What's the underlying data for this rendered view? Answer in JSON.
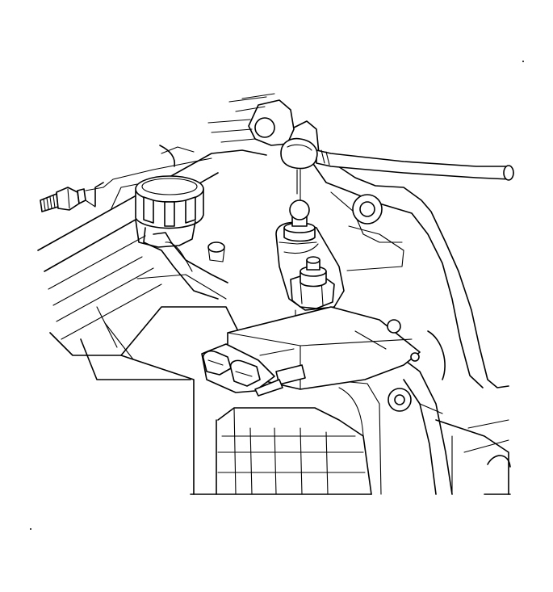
{
  "figure": {
    "type": "line-art-illustration",
    "colors": {
      "line": "#000000",
      "background": "#ffffff"
    },
    "parts": [
      "transmission-housing",
      "shift-cable",
      "cable-end-socket",
      "shift-lever-ball-stud",
      "manual-shift-lever",
      "lever-nut",
      "range-switch",
      "range-switch-connector",
      "fluid-fill-cap",
      "battery-terminal-stud"
    ]
  }
}
